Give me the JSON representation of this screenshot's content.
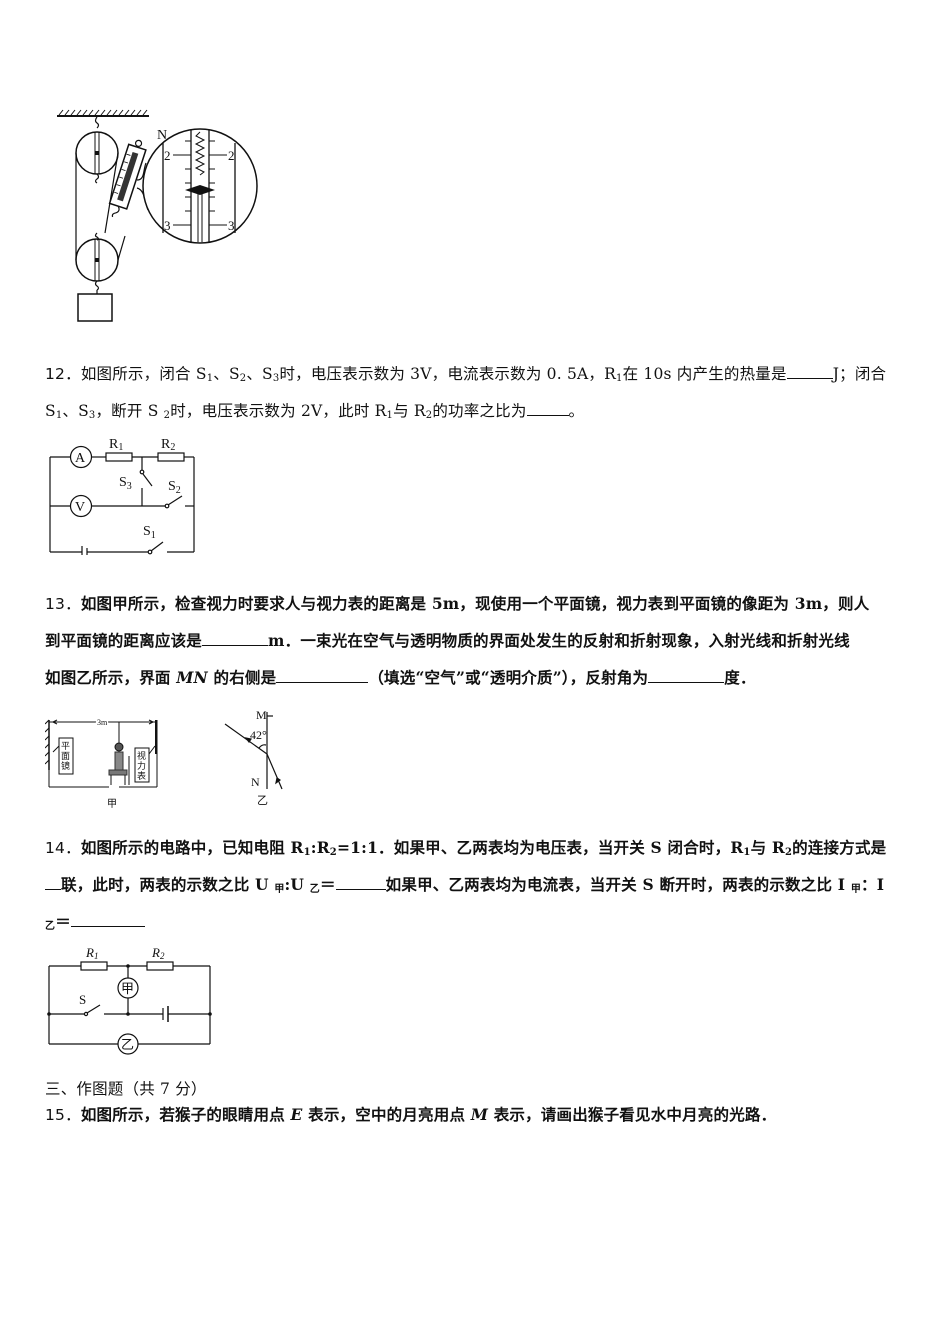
{
  "figure_pulley": {
    "unit_label": "N",
    "scale_labels": [
      "2",
      "3"
    ]
  },
  "q12": {
    "number": "12．",
    "line1_a": "如图所示，闭合 S",
    "line1_sub1": "1",
    "line1_b": "、S",
    "line1_sub2": "2",
    "line1_c": "、S",
    "line1_sub3": "3",
    "line1_d": "时，电压表示数为 3V，电流表示数为 0. 5A，R",
    "line1_sub4": "1",
    "line1_e": "在 10s 内产生的热量是",
    "line1_f": "J；闭合",
    "line2_a": "S",
    "line2_sub1": "1",
    "line2_b": "、S",
    "line2_sub2": "3",
    "line2_c": "，断开 S ",
    "line2_sub3": "2",
    "line2_d": "时，电压表示数为 2V，此时 R",
    "line2_sub4": "1",
    "line2_e": "与 R",
    "line2_sub5": "2",
    "line2_f": "的功率之比为",
    "line2_g": "。",
    "circuit": {
      "ammeter": "A",
      "voltmeter": "V",
      "r1": "R",
      "r1_sub": "1",
      "r2": "R",
      "r2_sub": "2",
      "s1": "S",
      "s1_sub": "1",
      "s2": "S",
      "s2_sub": "2",
      "s3": "S",
      "s3_sub": "3"
    }
  },
  "q13": {
    "number": "13．",
    "line1": "如图甲所示，检查视力时要求人与视力表的距离是 5m，现使用一个平面镜，视力表到平面镜的像距为 3m，则人",
    "line2_a": "到平面镜的距离应该是",
    "line2_b": "m．一束光在空气与透明物质的界面处发生的反射和折射现象，入射光线和折射光线",
    "line3_a": "如图乙所示，界面 ",
    "line3_mn": "MN",
    "line3_b": " 的右侧是",
    "line3_c": "（填选“空气”或“透明介质”），反射角为",
    "line3_d": "度．",
    "fig_jia": {
      "distance": "3m",
      "mirror_label": [
        "平",
        "面",
        "镜"
      ],
      "chart_label": [
        "视",
        "力",
        "表"
      ],
      "caption": "甲"
    },
    "fig_yi": {
      "m": "M",
      "n": "N",
      "angle": "42°",
      "caption": "乙"
    }
  },
  "q14": {
    "number": "14．",
    "line1_a": "如图所示的电路中，已知电阻 R",
    "line1_sub1": "1",
    "line1_b": ":R",
    "line1_sub2": "2",
    "line1_c": "=1:1．如果甲、乙两表均为电压表，当开关 S 闭合时，R",
    "line1_sub3": "1",
    "line1_d": "与 R",
    "line1_sub4": "2",
    "line1_e": "的连接方式是",
    "line2_a": "联，此时，两表的示数之比 U ",
    "line2_sub1": "甲",
    "line2_b": ":U ",
    "line2_sub2": "乙",
    "line2_c": "＝",
    "line2_d": "如果甲、乙两表均为电流表，当开关 S 断开时，两表的示数之比 I ",
    "line2_sub3": "甲",
    "line2_e": "：I",
    "line3_sub": "乙",
    "line3_a": "＝",
    "circuit": {
      "r1": "R",
      "r1_sub": "1",
      "r2": "R",
      "r2_sub": "2",
      "meter_jia": "甲",
      "meter_yi": "乙",
      "switch": "S"
    }
  },
  "section3": {
    "heading": "三、作图题（共 7 分）"
  },
  "q15": {
    "number": "15．",
    "text_a": "如图所示，若猴子的眼睛用点 ",
    "e": "E",
    "text_b": " 表示，空中的月亮用点 ",
    "m": "M",
    "text_c": " 表示，请画出猴子看见水中月亮的光路．"
  }
}
